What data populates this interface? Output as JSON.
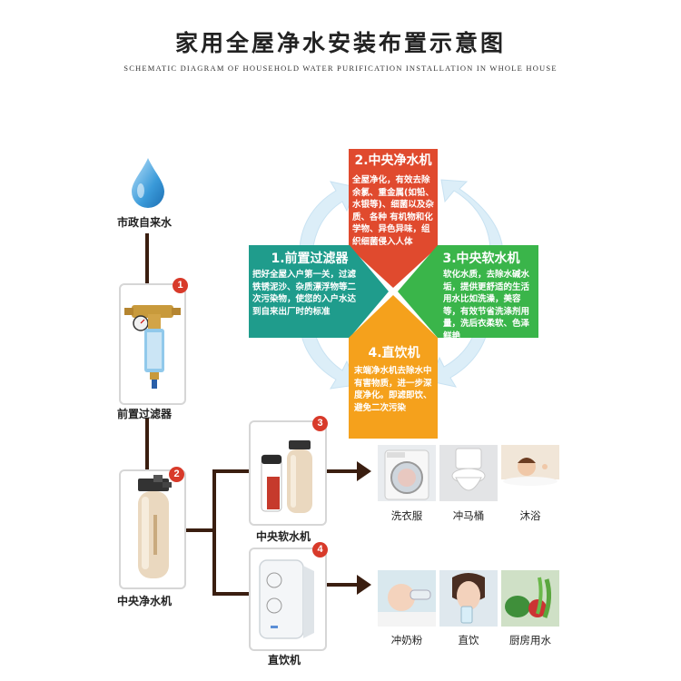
{
  "title": "家用全屋净水安装布置示意图",
  "subtitle": "SCHEMATIC DIAGRAM OF HOUSEHOLD WATER PURIFICATION INSTALLATION IN WHOLE HOUSE",
  "source": {
    "label": "市政自来水"
  },
  "devices": [
    {
      "num": "1",
      "label": "前置过滤器"
    },
    {
      "num": "2",
      "label": "中央净水机"
    },
    {
      "num": "3",
      "label": "中央软水机"
    },
    {
      "num": "4",
      "label": "直饮机"
    }
  ],
  "petals": {
    "top": {
      "title": "2.中央净水机",
      "text": "全屋净化，有效去除余氯、重金属(如铅、水银等)、细菌以及杂质、各种 有机物和化学物、异色异味，组织细菌侵入人体",
      "color": "#e04a2e"
    },
    "left": {
      "title": "1.前置过滤器",
      "text": "把好全屋入户第一关，过滤铁锈泥沙、杂质漂浮物等二次污染物，使您的入户水达到自来出厂时的标准",
      "color": "#1f9c8c"
    },
    "right": {
      "title": "3.中央软水机",
      "text": "软化水质，去除水碱水垢，提供更舒适的生活用水比如洗澡，美容等，有效节省洗涤剂用量，洗后衣柔软、色泽鲜艳",
      "color": "#3ab54a"
    },
    "bottom": {
      "title": "4.直饮机",
      "text": "末端净水机去除水中有害物质，进一步深度净化。即滤即饮、避免二次污染",
      "color": "#f5a11c"
    }
  },
  "uses_soft": [
    "洗衣服",
    "冲马桶",
    "沐浴"
  ],
  "uses_drink": [
    "冲奶粉",
    "直饮",
    "厨房用水"
  ],
  "colors": {
    "line": "#3a1e10",
    "badge": "#d83a2a",
    "water_drop": "#3a9ad9",
    "cycle_arrow": "#dceef8"
  }
}
